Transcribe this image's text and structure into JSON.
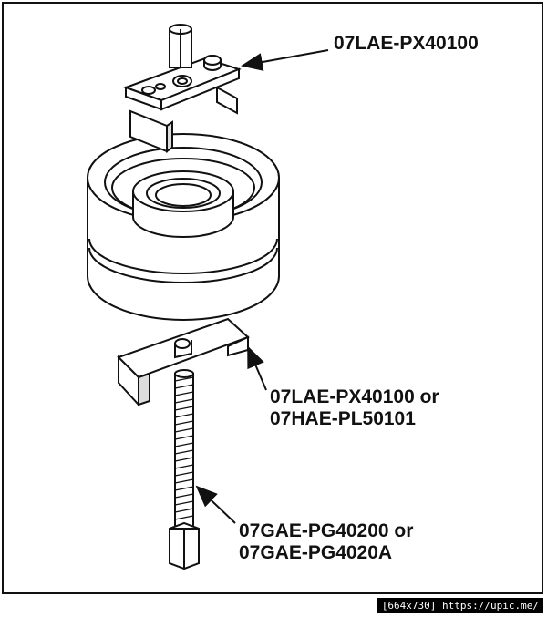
{
  "labels": {
    "top_tool": "07LAE-PX40100",
    "lower_tool_line1": "07LAE-PX40100 or",
    "lower_tool_line2": "07HAE-PL50101",
    "bolt_line1": "07GAE-PG40200 or",
    "bolt_line2": "07GAE-PG4020A"
  },
  "footer": {
    "watermark": "[664x730] https://upic.me/"
  },
  "icons": [
    "arrow-icon"
  ],
  "colors": {
    "line": "#111111",
    "background": "#ffffff",
    "footer_bg": "#000000"
  }
}
